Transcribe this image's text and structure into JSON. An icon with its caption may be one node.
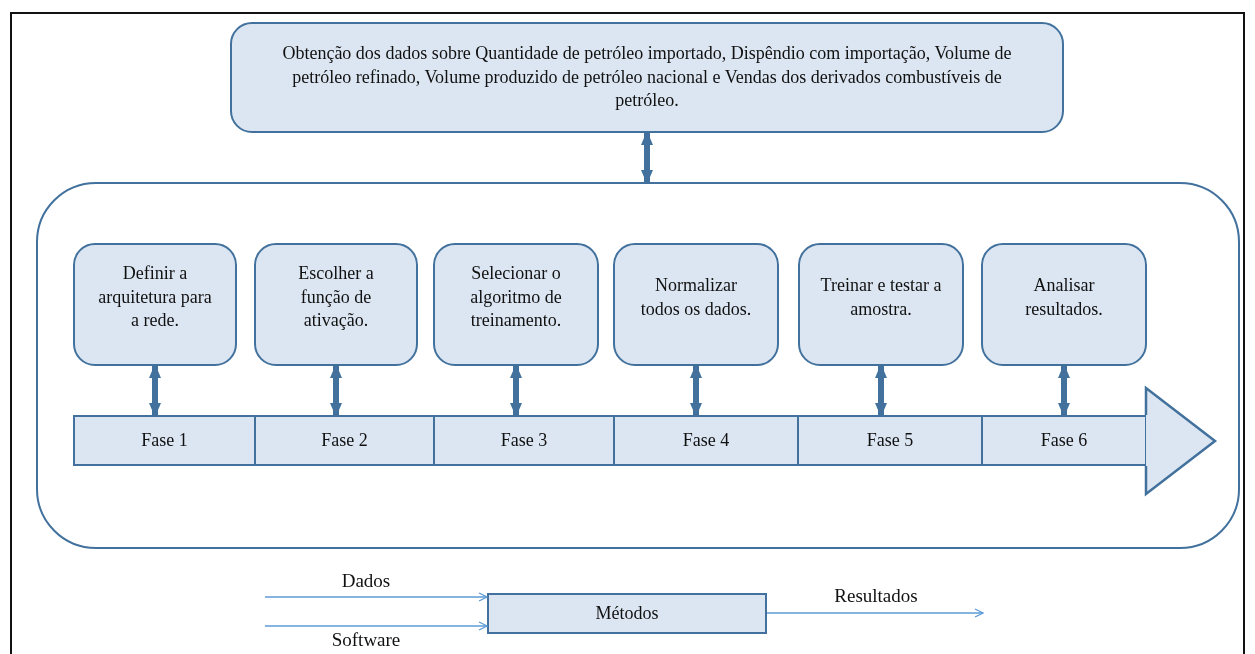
{
  "diagram": {
    "nodes": [
      {
        "text": [
          "Obtenção dos dados sobre Quantidade de petróleo importado, Dispêndio com importação, Volume de petróleo refinado, Volume produzido de petróleo nacional e Vendas dos derivados combustíveis de petróleo."
        ]
      },
      {
        "text": [],
        "shape": "box"
      },
      {
        "text": [
          "Definir a arquitetura para a rede."
        ],
        "in": 1
      },
      {
        "text": [
          "Escolher a função de ativação."
        ],
        "in": 1
      },
      {
        "text": [
          "Selecionar o algoritmo de treinamento."
        ],
        "in": 1
      },
      {
        "text": [
          "Normalizar todos os dados."
        ],
        "in": 1
      },
      {
        "text": [
          "Treinar e testar a amostra."
        ],
        "in": 1
      },
      {
        "text": [
          "Analisar resultados."
        ],
        "in": 1
      },
      {
        "text": [
          "Fase 1"
        ],
        "in": 1
      },
      {
        "text": [
          "Fase 2"
        ],
        "in": 1
      },
      {
        "text": [
          "Fase 3"
        ],
        "in": 1
      },
      {
        "text": [
          "Fase 4"
        ],
        "in": 1
      },
      {
        "text": [
          "Fase 5"
        ],
        "in": 1
      },
      {
        "text": [
          "Fase 6"
        ],
        "in": 1
      },
      {
        "text": [
          "Métodos"
        ]
      }
    ],
    "edges": [
      {
        "from": 0,
        "to": 1,
        "arrow": "both"
      },
      {
        "from": 2,
        "to": 8,
        "arrow": "both"
      },
      {
        "from": 3,
        "to": 9,
        "arrow": "both"
      },
      {
        "from": 4,
        "to": 10,
        "arrow": "both"
      },
      {
        "from": 5,
        "to": 11,
        "arrow": "both"
      },
      {
        "from": 6,
        "to": 12,
        "arrow": "both"
      },
      {
        "from": 7,
        "to": 13,
        "arrow": "both"
      },
      {
        "from": null,
        "to": 14,
        "arrow": "to",
        "label": "Dados",
        "color": "#5b9bd5"
      },
      {
        "from": null,
        "to": 14,
        "arrow": "to",
        "label": "Software",
        "color": "#5b9bd5"
      },
      {
        "from": 14,
        "to": null,
        "arrow": "to",
        "label": "Resultados",
        "color": "#5b9bd5"
      }
    ]
  }
}
